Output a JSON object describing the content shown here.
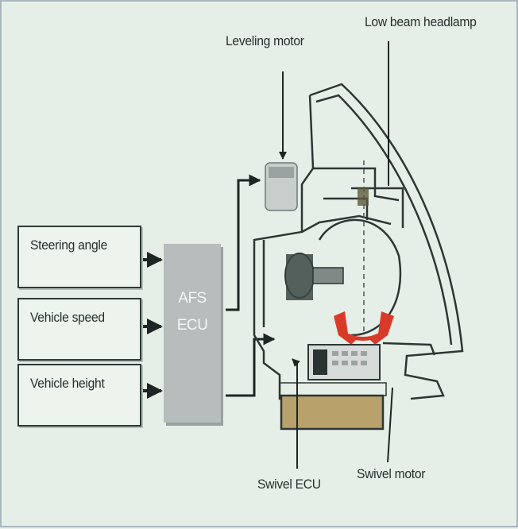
{
  "inputs": [
    "Steering angle",
    "Vehicle speed",
    "Vehicle height"
  ],
  "ecu": {
    "line1": "AFS",
    "line2": "ECU"
  },
  "labels": {
    "leveling_motor": "Leveling motor",
    "low_beam": "Low beam headlamp",
    "swivel_ecu": "Swivel ECU",
    "swivel_motor": "Swivel motor"
  },
  "colors": {
    "background": "#e6efe7",
    "ecu_box": "#b7bcbc",
    "swivel_motor_body": "#b8a16b",
    "swivel_arrows": "#d83b2a"
  }
}
